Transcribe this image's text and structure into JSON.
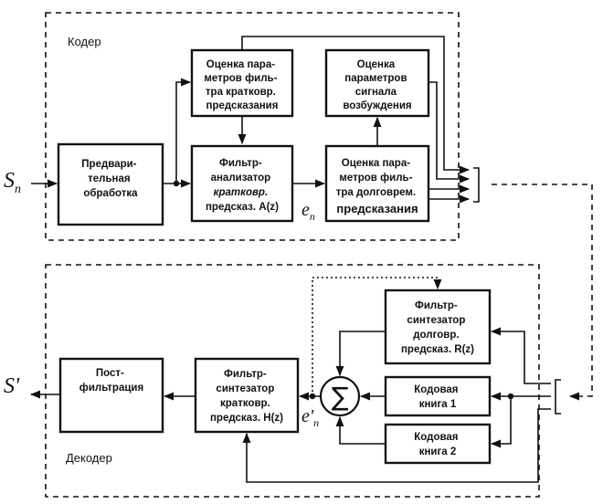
{
  "coder": {
    "title": "Кодер",
    "input_symbol": "S",
    "input_sub": "n",
    "pre": [
      "Предвари-",
      "тельная",
      "обработка"
    ],
    "analyzer": [
      "Фильтр-",
      "анализатор",
      "кратковр.",
      "предсказ. A(z)"
    ],
    "stp_est": [
      "Оценка пара-",
      "метров филь-",
      "тра кратковр.",
      "предсказания"
    ],
    "exc_est": [
      "Оценка",
      "параметров",
      "сигнала",
      "возбуждения"
    ],
    "ltp_est": [
      "Оценка пара-",
      "метров филь-",
      "тра долговрем.",
      "предсказания"
    ],
    "residual_symbol": "e",
    "residual_sub": "n"
  },
  "decoder": {
    "title": "Декодер",
    "output_symbol": "S'",
    "post": [
      "Пост-",
      "фильтрация"
    ],
    "synth_short": [
      "Фильтр-",
      "синтезатор",
      "кратковр.",
      "предсказ. H(z)"
    ],
    "synth_long": [
      "Фильтр-",
      "синтезатор",
      "долговр.",
      "предсказ. R(z)"
    ],
    "codebook1": [
      "Кодовая",
      "книга 1"
    ],
    "codebook2": [
      "Кодовая",
      "книга 2"
    ],
    "sum_symbol": "∑",
    "excitation_symbol": "e'",
    "excitation_sub": "n"
  }
}
